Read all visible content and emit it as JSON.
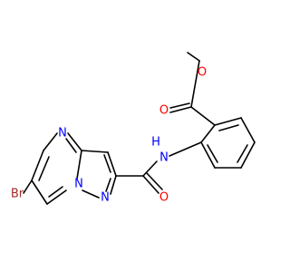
{
  "structure": {
    "atoms": {
      "methyl_carbon": {
        "symbol": "",
        "color": "#000000"
      },
      "ester_oxygen": {
        "symbol": "O",
        "color": "#ff0000"
      },
      "carbonyl_oxygen_ester": {
        "symbol": "O",
        "color": "#ff0000"
      },
      "amide_nitrogen": {
        "symbol": "N",
        "color": "#0000ff"
      },
      "amide_hydrogen": {
        "symbol": "H",
        "color": "#0000ff"
      },
      "carbonyl_oxygen_amide": {
        "symbol": "O",
        "color": "#ff0000"
      },
      "pyrimidine_nitrogen": {
        "symbol": "N",
        "color": "#0000ff"
      },
      "bridgehead_nitrogen": {
        "symbol": "N",
        "color": "#0000ff"
      },
      "pyrazole_nitrogen": {
        "symbol": "N",
        "color": "#0000ff"
      },
      "bromine": {
        "symbol": "Br",
        "color": "#a52a2a"
      }
    }
  }
}
